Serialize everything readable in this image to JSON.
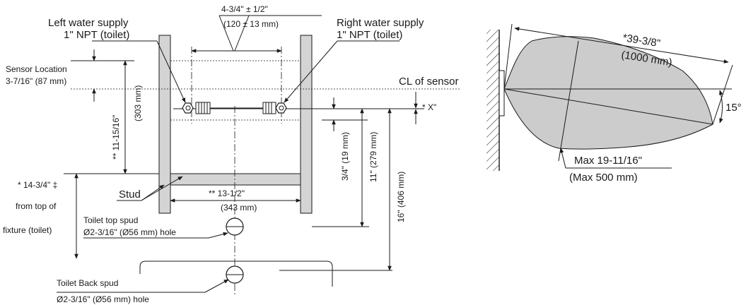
{
  "labels": {
    "left_supply_1": "Left water supply",
    "left_supply_2": "1\" NPT (toilet)",
    "spacing_1": "4-3/4\" ± 1/2\"",
    "spacing_2": "(120 ± 13 mm)",
    "right_supply_1": "Right water supply",
    "right_supply_2": "1\" NPT (toilet)",
    "sensor_loc_1": "Sensor Location",
    "sensor_loc_2": "3-7/16\" (87 mm)",
    "cl_sensor": "CL of sensor",
    "x_dim": "* X\"",
    "dim_11_15_16": "** 11-15/16\"",
    "dim_303": "(303 mm)",
    "dim_3_4": "3/4\" (19 mm)",
    "dim_11": "11\" (279 mm)",
    "dim_16": "16\" (406 mm)",
    "stud": "Stud",
    "dim_13_1_2": "** 13-1/2\"",
    "dim_343": "(343 mm)",
    "fixture_1": "* 14-3/4\" ‡",
    "fixture_2": "from top of",
    "fixture_3": "fixture (toilet)",
    "top_spud_1": "Toilet top spud",
    "top_spud_2": "Ø2-3/16\" (Ø56 mm) hole",
    "back_spud_1": "Toilet Back spud",
    "back_spud_2": "Ø2-3/16\" (Ø56 mm) hole",
    "range_1": "*39-3/8\"",
    "range_2": "(1000 mm)",
    "angle": "15°",
    "max_1": "Max 19-11/16\"",
    "max_2": "(Max 500 mm)"
  },
  "colors": {
    "line": "#1a1a1a",
    "stud_fill": "#d4d4d4",
    "cone_fill": "#cccccc"
  }
}
